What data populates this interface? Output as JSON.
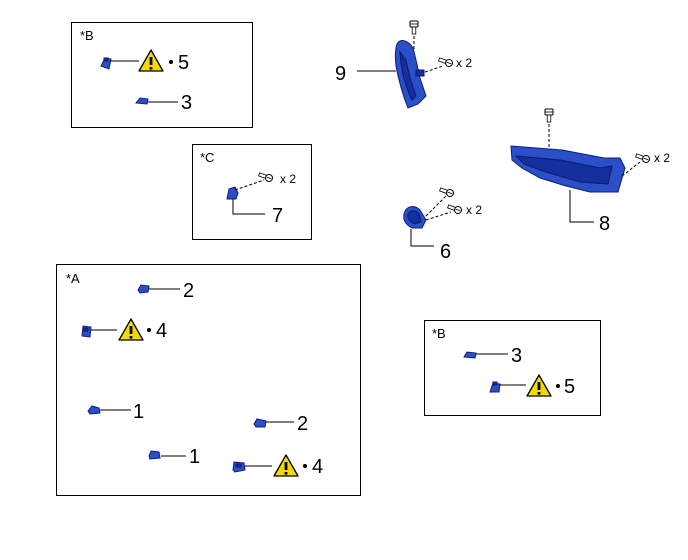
{
  "diagram": {
    "box_b_top": {
      "tag": "*B",
      "items": [
        {
          "number": "5",
          "icon": "warning-triangle-icon"
        },
        {
          "number": "3"
        }
      ]
    },
    "box_c": {
      "tag": "*C",
      "qty_label": "x 2",
      "items": [
        {
          "number": "7"
        }
      ]
    },
    "box_a": {
      "tag": "*A",
      "items": [
        {
          "number": "2"
        },
        {
          "number": "4",
          "icon": "warning-triangle-icon"
        },
        {
          "number": "1"
        },
        {
          "number": "2"
        },
        {
          "number": "1"
        },
        {
          "number": "4",
          "icon": "warning-triangle-icon"
        }
      ]
    },
    "box_b_bottom": {
      "tag": "*B",
      "items": [
        {
          "number": "3"
        },
        {
          "number": "5",
          "icon": "warning-triangle-icon"
        }
      ]
    },
    "loose_parts": [
      {
        "number": "9",
        "qty_label": "x 2"
      },
      {
        "number": "8",
        "qty_label": "x 2"
      },
      {
        "number": "6",
        "qty_label": "x 2"
      }
    ],
    "colors": {
      "part_blue": "#2b4fc9",
      "part_dark": "#142f9e",
      "warning_yellow": "#f5d800"
    }
  }
}
